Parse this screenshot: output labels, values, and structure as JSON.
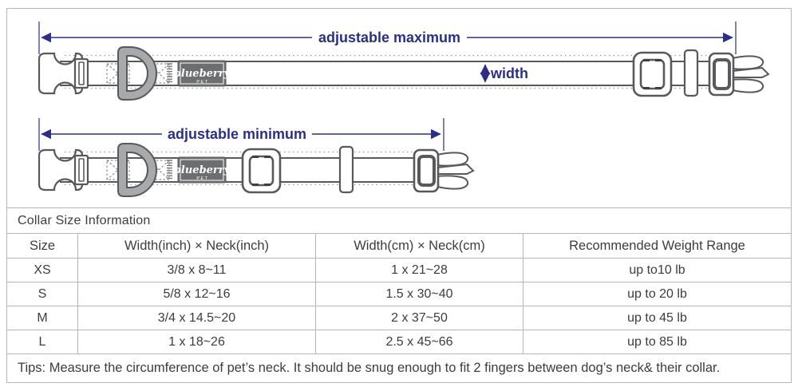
{
  "diagram": {
    "labels": {
      "adjustable_maximum": "adjustable maximum",
      "adjustable_minimum": "adjustable minimum",
      "width": "width"
    },
    "brand": {
      "name": "blueberry",
      "sub": "PET"
    },
    "colors": {
      "accent": "#2b2f87",
      "outline": "#58595b",
      "label_bg": "#6d6e71",
      "dring_fill": "#a7a9ac",
      "table_border": "#b6b6b6",
      "text": "#3d3d3d"
    }
  },
  "table": {
    "title": "Collar Size Information",
    "columns": [
      "Size",
      "Width(inch) × Neck(inch)",
      "Width(cm) × Neck(cm)",
      "Recommended Weight Range"
    ],
    "rows": [
      {
        "size": "XS",
        "inch": "3/8 x 8~11",
        "cm": "1 x 21~28",
        "weight": "up to10 lb"
      },
      {
        "size": "S",
        "inch": "5/8 x 12~16",
        "cm": "1.5 x 30~40",
        "weight": "up to 20 lb"
      },
      {
        "size": "M",
        "inch": "3/4 x 14.5~20",
        "cm": "2 x 37~50",
        "weight": "up to 45 lb"
      },
      {
        "size": "L",
        "inch": "1 x 18~26",
        "cm": "2.5 x 45~66",
        "weight": "up to 85 lb"
      }
    ],
    "tips": "Tips: Measure the circumference of pet’s neck. It should be snug enough to fit 2 fingers between dog’s neck& their collar."
  }
}
